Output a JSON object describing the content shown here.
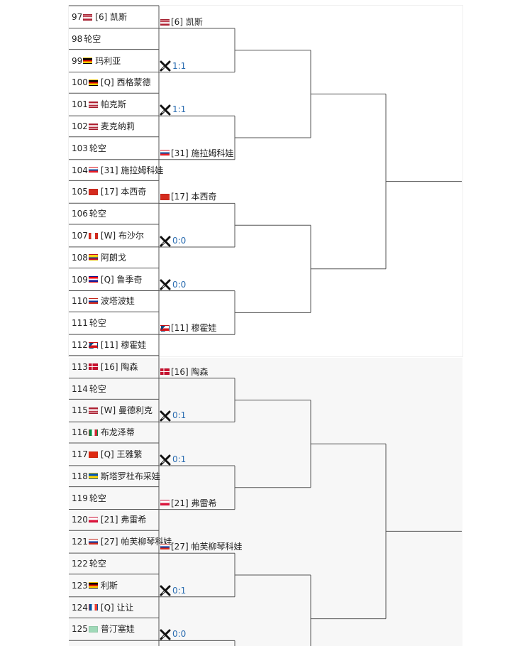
{
  "first_round": [
    {
      "num": "97",
      "flag": "us",
      "name": "[6] 凯斯"
    },
    {
      "num": "98",
      "flag": "",
      "name": "轮空"
    },
    {
      "num": "99",
      "flag": "de",
      "name": "玛利亚"
    },
    {
      "num": "100",
      "flag": "de",
      "name": "[Q] 西格蒙德"
    },
    {
      "num": "101",
      "flag": "us",
      "name": "帕克斯"
    },
    {
      "num": "102",
      "flag": "us",
      "name": "麦克纳莉"
    },
    {
      "num": "103",
      "flag": "",
      "name": "轮空"
    },
    {
      "num": "104",
      "flag": "sk",
      "name": "[31] 施拉姆科娃"
    },
    {
      "num": "105",
      "flag": "ch",
      "name": "[17] 本西奇"
    },
    {
      "num": "106",
      "flag": "",
      "name": "轮空"
    },
    {
      "num": "107",
      "flag": "ca",
      "name": "[W] 布沙尔"
    },
    {
      "num": "108",
      "flag": "co",
      "name": "阿朗戈"
    },
    {
      "num": "109",
      "flag": "hr",
      "name": "[Q] 鲁季奇"
    },
    {
      "num": "110",
      "flag": "ru",
      "name": "波塔波娃"
    },
    {
      "num": "111",
      "flag": "",
      "name": "轮空"
    },
    {
      "num": "112",
      "flag": "cz",
      "name": "[11] 穆霍娃"
    },
    {
      "num": "113",
      "flag": "dk",
      "name": "[16] 陶森"
    },
    {
      "num": "114",
      "flag": "",
      "name": "轮空"
    },
    {
      "num": "115",
      "flag": "us",
      "name": "[W] 曼德利克"
    },
    {
      "num": "116",
      "flag": "it",
      "name": "布龙泽蒂"
    },
    {
      "num": "117",
      "flag": "cn",
      "name": "[Q] 王雅繁"
    },
    {
      "num": "118",
      "flag": "ua",
      "name": "斯塔罗杜布采娃"
    },
    {
      "num": "119",
      "flag": "",
      "name": "轮空"
    },
    {
      "num": "120",
      "flag": "pl",
      "name": "[21] 弗雷希"
    },
    {
      "num": "121",
      "flag": "ru",
      "name": "[27] 帕芙柳琴科娃"
    },
    {
      "num": "122",
      "flag": "",
      "name": "轮空"
    },
    {
      "num": "123",
      "flag": "de",
      "name": "利斯"
    },
    {
      "num": "124",
      "flag": "fr",
      "name": "[Q] 让让"
    },
    {
      "num": "125",
      "flag": "sa",
      "name": "普汀塞娃"
    }
  ],
  "second_round": [
    {
      "type": "player",
      "flag": "us",
      "text": "[6] 凯斯"
    },
    {
      "type": "score",
      "icon": "x-icon",
      "text": "1:1"
    },
    {
      "type": "score",
      "icon": "x-icon",
      "text": "1:1"
    },
    {
      "type": "player",
      "flag": "sk",
      "text": "[31] 施拉姆科娃"
    },
    {
      "type": "player",
      "flag": "ch",
      "text": "[17] 本西奇"
    },
    {
      "type": "score",
      "icon": "x-icon",
      "text": "0:0"
    },
    {
      "type": "score",
      "icon": "x-icon",
      "text": "0:0"
    },
    {
      "type": "player",
      "flag": "cz",
      "text": "[11] 穆霍娃"
    },
    {
      "type": "player",
      "flag": "dk",
      "text": "[16] 陶森"
    },
    {
      "type": "score",
      "icon": "x-icon",
      "text": "0:1"
    },
    {
      "type": "score",
      "icon": "x-icon",
      "text": "0:1"
    },
    {
      "type": "player",
      "flag": "pl",
      "text": "[21] 弗雷希"
    },
    {
      "type": "player",
      "flag": "ru",
      "text": "[27] 帕芙柳琴科娃"
    },
    {
      "type": "score",
      "icon": "x-icon",
      "text": "0:1"
    },
    {
      "type": "score",
      "icon": "x-icon",
      "text": "0:0"
    }
  ],
  "colors": {
    "line": "#555555",
    "score": "#2a6cb0",
    "panel_bottom_bg": "#f7f7f7"
  }
}
